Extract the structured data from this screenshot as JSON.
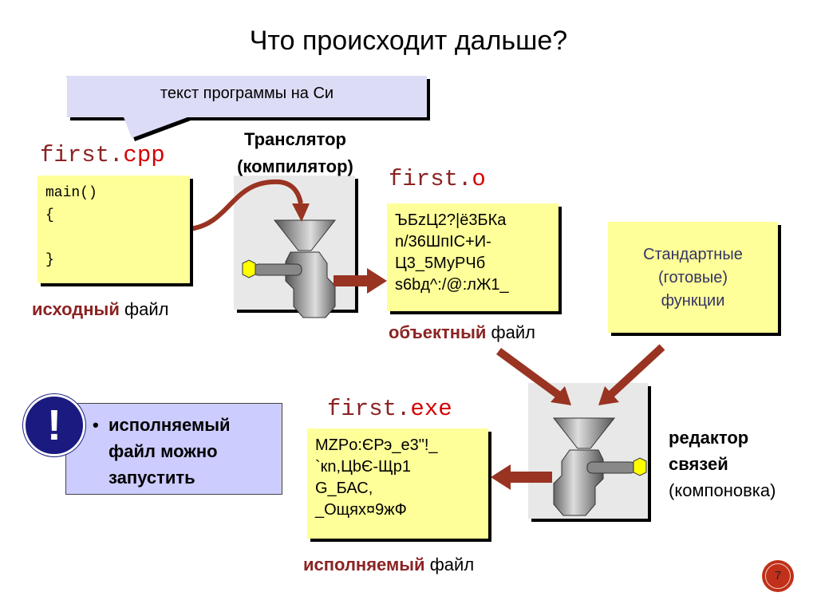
{
  "title": "Что происходит дальше?",
  "callout": "текст программы на Си",
  "translator": {
    "line1": "Транслятор",
    "line2": "(компилятор)"
  },
  "source": {
    "name": "first.",
    "ext": "cpp",
    "code": [
      "main()",
      "{",
      "",
      "}"
    ],
    "label_bold": "исходный",
    "label_rest": " файл"
  },
  "object": {
    "name": "first.",
    "ext": "o",
    "content": [
      "ЪБzЦ2?|ё3БКа",
      "n/36ШпIC+И-",
      "Ц3_5МуРЧб",
      "s6bд^:/@:лЖ1_"
    ],
    "label_bold": "объектный",
    "label_rest": " файл"
  },
  "stdlib": {
    "lines": [
      "Стандартные",
      "(готовые)",
      "функции"
    ]
  },
  "linker": {
    "line1": "редактор",
    "line2": "связей",
    "line3": "(компоновка)"
  },
  "exe": {
    "name": "first.",
    "ext": "exe",
    "content": [
      "MZPo:ЄРэ_е3\"!_",
      "`кn,ЦbЄ-Щр1",
      "G_БАС,",
      "_Ощях¤9жФ"
    ],
    "label_bold": "исполняемый",
    "label_rest": " файл"
  },
  "note": {
    "icon": "!",
    "lines": [
      "исполняемый",
      "файл можно",
      "запустить"
    ]
  },
  "page_number": "7",
  "colors": {
    "arrow": "#993322",
    "file_box": "#ffff99",
    "callout": "#dcdcf6",
    "note_circle": "#1a1a80",
    "page_badge": "#c0301a"
  }
}
